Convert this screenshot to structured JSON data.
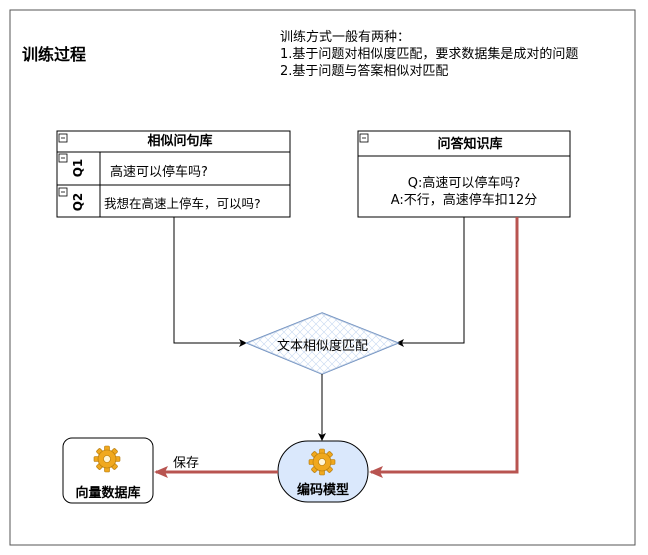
{
  "diagram": {
    "title": "训练过程",
    "notes": [
      "训练方式一般有两种：",
      "1.基于问题对相似度匹配，要求数据集是成对的问题",
      "2.基于问题与答案相似对匹配"
    ],
    "similar_questions_db": {
      "title": "相似问句库",
      "rows": [
        {
          "label": "Q1",
          "text": "高速可以停车吗?"
        },
        {
          "label": "Q2",
          "text": "我想在高速上停车，可以吗?"
        }
      ]
    },
    "qa_db": {
      "title": "问答知识库",
      "lines": [
        "Q:高速可以停车吗?",
        "A:不行，高速停车扣12分"
      ]
    },
    "match_node": "文本相似度匹配",
    "encoder_node": "编码模型",
    "vector_db_node": "向量数据库",
    "save_label": "保存",
    "colors": {
      "diamond_stroke": "#6c8ebf",
      "encoder_fill": "#dae8fc",
      "accent_arrow": "#b85450",
      "gear": "#f0a81e"
    }
  }
}
